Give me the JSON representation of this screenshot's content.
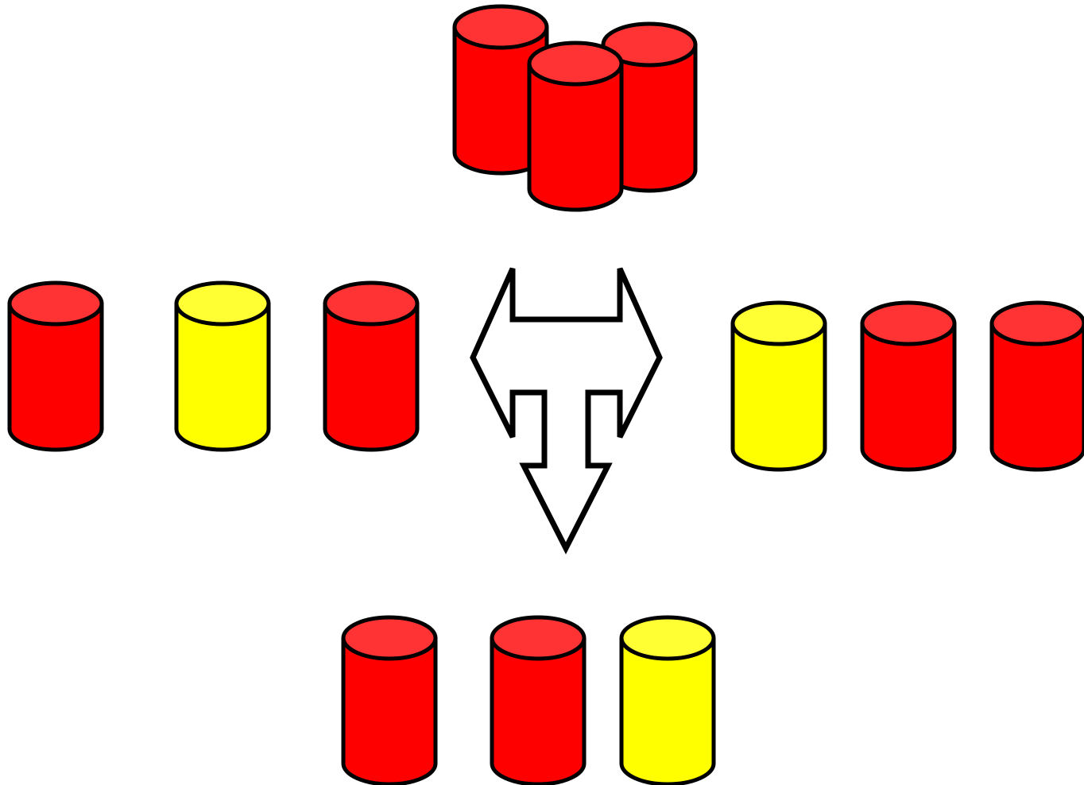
{
  "colors": {
    "background": "#ffffff",
    "outline": "#000000",
    "red_body": "#ff0000",
    "red_top": "#ff3333",
    "yellow_body": "#ffff00",
    "yellow_top": "#ffff33",
    "arrow_fill": "#ffffff"
  },
  "diagram": {
    "top_stack": {
      "cylinders": [
        {
          "color": "red"
        },
        {
          "color": "red"
        },
        {
          "color": "red"
        }
      ]
    },
    "left_group": {
      "cylinders": [
        {
          "color": "red"
        },
        {
          "color": "yellow"
        },
        {
          "color": "red"
        }
      ]
    },
    "right_group": {
      "cylinders": [
        {
          "color": "yellow"
        },
        {
          "color": "red"
        },
        {
          "color": "red"
        }
      ]
    },
    "bottom_group": {
      "cylinders": [
        {
          "color": "red"
        },
        {
          "color": "red"
        },
        {
          "color": "yellow"
        }
      ]
    },
    "arrow": {
      "icon": "three-way-arrow-icon",
      "directions": [
        "left",
        "right",
        "down"
      ]
    }
  }
}
